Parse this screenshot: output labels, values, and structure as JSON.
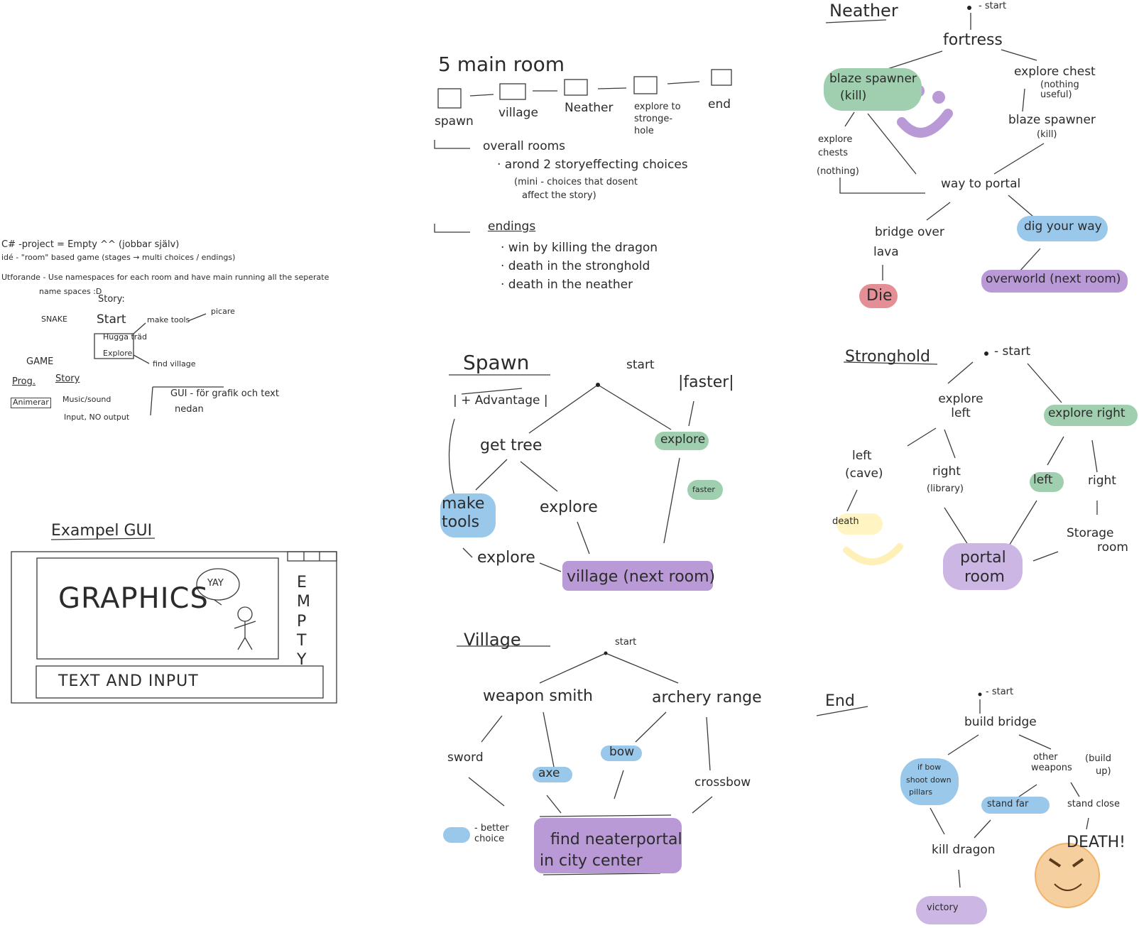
{
  "notes": {
    "project": "C# -project = Empty ^^ (jobbar själv)",
    "idea": "idé - \"room\" based game (stages → multi choices / endings)",
    "use_namespaces": "Utforande - Use namespaces for each room and have main running all the seperate",
    "namespaces_d": "name spaces :D",
    "story": "Story:",
    "start": "Start",
    "make_tools": "make tools",
    "picaxe": "picare",
    "hugga_trad": "Hugga träd",
    "explore": "Explore",
    "find_village": "find village",
    "snake": "SNAKE",
    "game": "GAME",
    "prog": "Prog.",
    "story2": "Story",
    "animerar": "Animerar",
    "music_sound": "Music/sound",
    "input_no_output": "Input, NO output",
    "gui_line1": "GUI - för grafik och text",
    "gui_line2": "nedan"
  },
  "example_gui": {
    "title": "Exampel GUI",
    "graphics": "GRAPHICS",
    "yay": "YAY",
    "empty": [
      "E",
      "M",
      "P",
      "T",
      "Y"
    ],
    "text_input": "TEXT AND INPUT"
  },
  "main_rooms": {
    "title": "5 main room",
    "rooms": [
      "spawn",
      "village",
      "Neather",
      "explore to stronge- hole",
      "end"
    ],
    "overall": "overall rooms",
    "choices_1": "· arond 2 storyeffecting choices",
    "choices_2": "(mini - choices that dosent",
    "choices_3": "affect the story)",
    "endings_title": "endings",
    "endings": [
      "· win by killing the dragon",
      "· death in the stronghold",
      "· death in the neather"
    ]
  },
  "spawn": {
    "title": "Spawn",
    "start": "start",
    "advantage": "| + Advantage |",
    "faster": "|faster|",
    "get_tree": "get tree",
    "explore_top": "explore",
    "make_tools": "make tools",
    "explore_mid": "explore",
    "faster_small": "faster",
    "explore_bottom": "explore",
    "village_next": "village (next room)"
  },
  "village": {
    "title": "Village",
    "start": "start",
    "weapon_smith": "weapon smith",
    "archery_range": "archery range",
    "sword": "sword",
    "axe": "axe",
    "bow": "bow",
    "crossbow": "crossbow",
    "better_choice": "- better choice",
    "find_portal_1": "find neaterportal",
    "find_portal_2": "in city center"
  },
  "neather": {
    "title": "Neather",
    "start": "- start",
    "fortress": "fortress",
    "blaze_spawner_kill": "blaze spawner",
    "kill": "(kill)",
    "explore_chest": "explore chest",
    "nothing_useful": "(nothing useful)",
    "blaze_spawner_2": "blaze spawner",
    "kill_2": "(kill)",
    "explore_chests": "explore chests",
    "nothing": "(nothing)",
    "way_to_portal": "way to portal",
    "bridge_over_lava_1": "bridge over",
    "bridge_over_lava_2": "lava",
    "dig_your_way": "dig your way",
    "die": "Die",
    "overworld": "overworld (next room)"
  },
  "stronghold": {
    "title": "Stronghold",
    "start": "- start",
    "explore_left": "explore left",
    "explore_right": "explore right",
    "left_cave_1": "left",
    "left_cave_2": "(cave)",
    "right_library_1": "right",
    "right_library_2": "(library)",
    "left": "left",
    "right": "right",
    "death": "death",
    "storage_1": "Storage",
    "storage_2": "room",
    "portal_1": "portal",
    "portal_2": "room"
  },
  "end": {
    "title": "End",
    "start": "- start",
    "build_bridge": "build bridge",
    "if_bow_1": "if bow",
    "if_bow_2": "shoot down",
    "if_bow_3": "pillars",
    "other_weapons_1": "other",
    "other_weapons_2": "weapons",
    "build_up_1": "(build",
    "build_up_2": "up)",
    "stand_far": "stand far",
    "stand_close": "stand close",
    "kill_dragon": "kill dragon",
    "death": "DEATH!",
    "victory": "victory"
  },
  "colors": {
    "green": "#9fcfae",
    "blue": "#9ac8ea",
    "purple": "#b99ad6",
    "red": "#e48f95",
    "yellow": "#fff4c2",
    "orange": "#f6cf9f"
  }
}
